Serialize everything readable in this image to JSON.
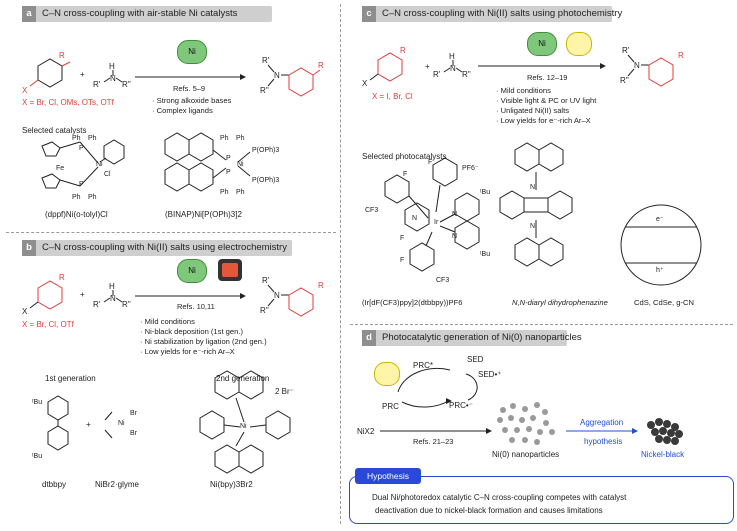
{
  "panels": {
    "a": {
      "tag": "a",
      "title": "C–N cross-coupling with air-stable Ni catalysts",
      "condition_label": "Ni",
      "refs": "Refs. 5–9",
      "bullets": [
        "Strong alkoxide bases",
        "Complex ligands"
      ],
      "substituent": "X = Br, Cl, OMs, OTs, OTf",
      "section_label": "Selected catalysts",
      "catalyst1": "(dppf)Ni(o-tolyl)Cl",
      "catalyst2": "(BINAP)Ni[P(OPh)3]2",
      "cat1_labels": [
        "Ph",
        "Ph",
        "P",
        "Fe",
        "Ni",
        "Cl",
        "P",
        "Ph",
        "Ph"
      ],
      "cat2_labels": [
        "Ph",
        "Ph",
        "P",
        "Ni",
        "P(OPh)3",
        "P(OPh)3",
        "P",
        "Ph",
        "Ph"
      ]
    },
    "b": {
      "tag": "b",
      "title": "C–N cross-coupling with Ni(II) salts using electrochemistry",
      "condition_label": "Ni",
      "refs": "Refs. 10,11",
      "bullets": [
        "Mild conditions",
        "Ni-black deposition (1st gen.)",
        "Ni stabilization by ligation (2nd gen.)",
        "Low yields for e⁻-rich Ar–X"
      ],
      "substituent": "X = Br, Cl, OTf",
      "gen1_label": "1st generation",
      "gen2_label": "2nd generation",
      "ligand1": "dtbbpy",
      "ligand2": "NiBr2·glyme",
      "complex": "Ni(bpy)3Br2",
      "counterion": "2 Br⁻",
      "glyme_labels": [
        "Br",
        "Ni",
        "Br"
      ],
      "tbu": "ᵗBu"
    },
    "c": {
      "tag": "c",
      "title": "C–N cross-coupling with Ni(II) salts using photochemistry",
      "condition_label": "Ni",
      "refs": "Refs. 12–19",
      "bullets": [
        "Mild conditions",
        "Visible light & PC or UV light",
        "Unligated Ni(II) salts",
        "Low yields for e⁻-rich Ar–X"
      ],
      "substituent": "X = I, Br, Cl",
      "section_label": "Selected photocatalysts",
      "pc1": "(Ir[dF(CF3)ppy]2(dtbbpy))PF6",
      "pc2": "N,N-diaryl dihydrophenazine",
      "pc3": "CdS, CdSe, g-CN",
      "pc1_labels": [
        "F",
        "F",
        "PF6⁻",
        "ᵗBu",
        "CF3",
        "N",
        "Ir",
        "N",
        "N",
        "F",
        "F",
        "ᵗBu",
        "CF3"
      ],
      "pc2_labels": [
        "N",
        "N"
      ],
      "band_labels": [
        "e⁻",
        "h⁺"
      ]
    },
    "d": {
      "tag": "d",
      "title": "Photocatalytic generation of Ni(0) nanoparticles",
      "cycle": {
        "prc_star": "PRC*",
        "prc": "PRC",
        "prc_radical": "PRC•⁻",
        "sed": "SED",
        "sed_radical": "SED•⁺"
      },
      "nix2": "NiX2",
      "refs": "Refs. 21–23",
      "nanoparticles": "Ni(0) nanoparticles",
      "aggregation": "Aggregation",
      "hypothesis_word": "hypothesis",
      "nickel_black": "Nickel-black",
      "hypothesis_tag": "Hypothesis",
      "hypothesis_text_1": "Dual Ni/photoredox catalytic C–N cross-coupling competes with catalyst",
      "hypothesis_text_2": "deactivation due to nickel-black formation and causes limitations"
    }
  },
  "reaction": {
    "R": "R",
    "R1": "R'",
    "R2": "R''",
    "N": "N",
    "H": "H",
    "X": "X",
    "plus": "+"
  },
  "colors": {
    "red": "#e23b3b",
    "blue": "#1f4fd8",
    "header": "#cfcfcf",
    "tag": "#8e8e8e",
    "ni_green": "#7fc77a"
  }
}
